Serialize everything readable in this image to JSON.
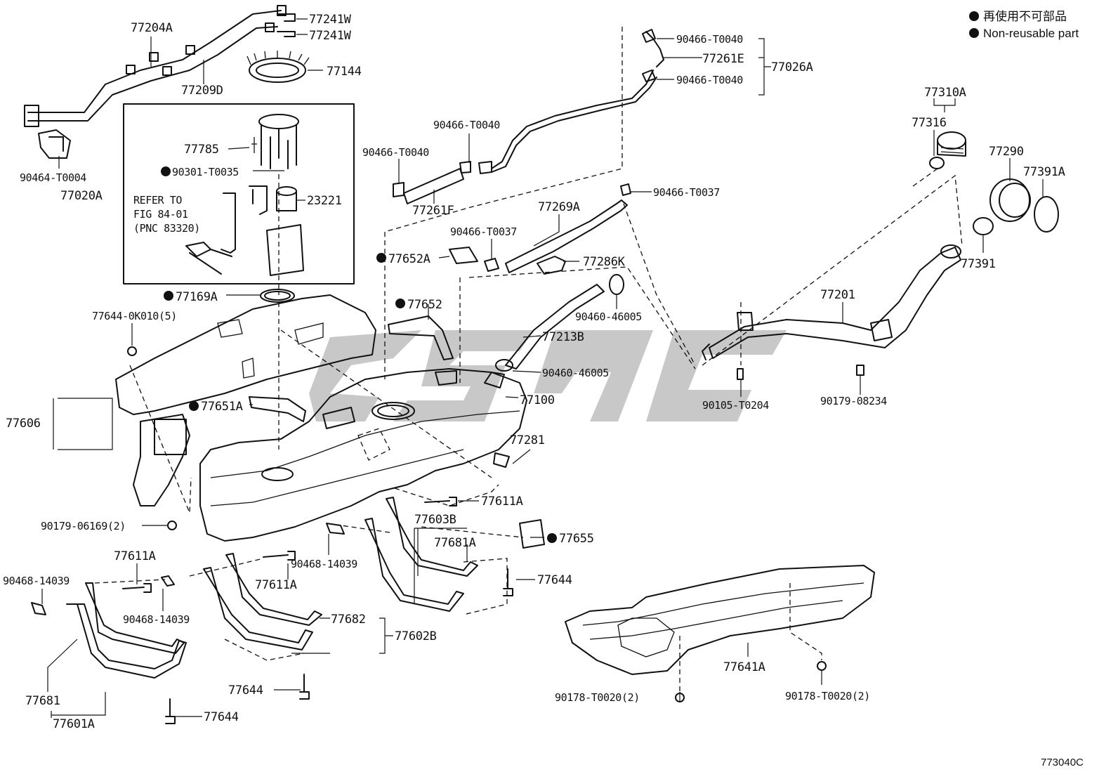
{
  "legend": {
    "non_reusable_ja": "再使用不可部品",
    "non_reusable_en": "Non-reusable part"
  },
  "figure_code": "773040C",
  "refer_note": {
    "line1": "REFER TO",
    "line2": "FIG 84-01",
    "line3": "(PNC 83320)"
  },
  "labels": {
    "p77204A": "77204A",
    "p77241W_1": "77241W",
    "p77241W_2": "77241W",
    "p77144": "77144",
    "p77209D": "77209D",
    "p90464_T0004": "90464-T0004",
    "p77020A": "77020A",
    "p77785": "77785",
    "p90301_T0035": "90301-T0035",
    "p23221": "23221",
    "p77169A": "77169A",
    "p90466_T0040_a": "90466-T0040",
    "p77261E": "77261E",
    "p77026A": "77026A",
    "p90466_T0040_b": "90466-T0040",
    "p90466_T0040_c": "90466-T0040",
    "p90466_T0040_d": "90466-T0040",
    "p77261F": "77261F",
    "p90466_T0037_a": "90466-T0037",
    "p77269A": "77269A",
    "p90466_T0037_b": "90466-T0037",
    "p77652A": "77652A",
    "p77286K": "77286K",
    "p77652": "77652",
    "p90460_46005_a": "90460-46005",
    "p77213B": "77213B",
    "p90460_46005_b": "90460-46005",
    "p77100": "77100",
    "p77310A": "77310A",
    "p77316": "77316",
    "p77290": "77290",
    "p77391A": "77391A",
    "p77391": "77391",
    "p77201": "77201",
    "p90105_T0204": "90105-T0204",
    "p90179_08234": "90179-08234",
    "p77644_0K010": "77644-0K010(5)",
    "p77606": "77606",
    "p77651A": "77651A",
    "p77281": "77281",
    "p77611A_a": "77611A",
    "p90179_06169": "90179-06169(2)",
    "p77603B": "77603B",
    "p77681A": "77681A",
    "p77655": "77655",
    "p77611A_b": "77611A",
    "p90468_14039_a": "90468-14039",
    "p77611A_c": "77611A",
    "p90468_14039_b": "90468-14039",
    "p77644_a": "77644",
    "p90468_14039_c": "90468-14039",
    "p77682": "77682",
    "p77602B": "77602B",
    "p77644_b": "77644",
    "p77681": "77681",
    "p77601A": "77601A",
    "p77644_c": "77644",
    "p77641A": "77641A",
    "p90178_T0020_a": "90178-T0020(2)",
    "p90178_T0020_b": "90178-T0020(2)"
  }
}
